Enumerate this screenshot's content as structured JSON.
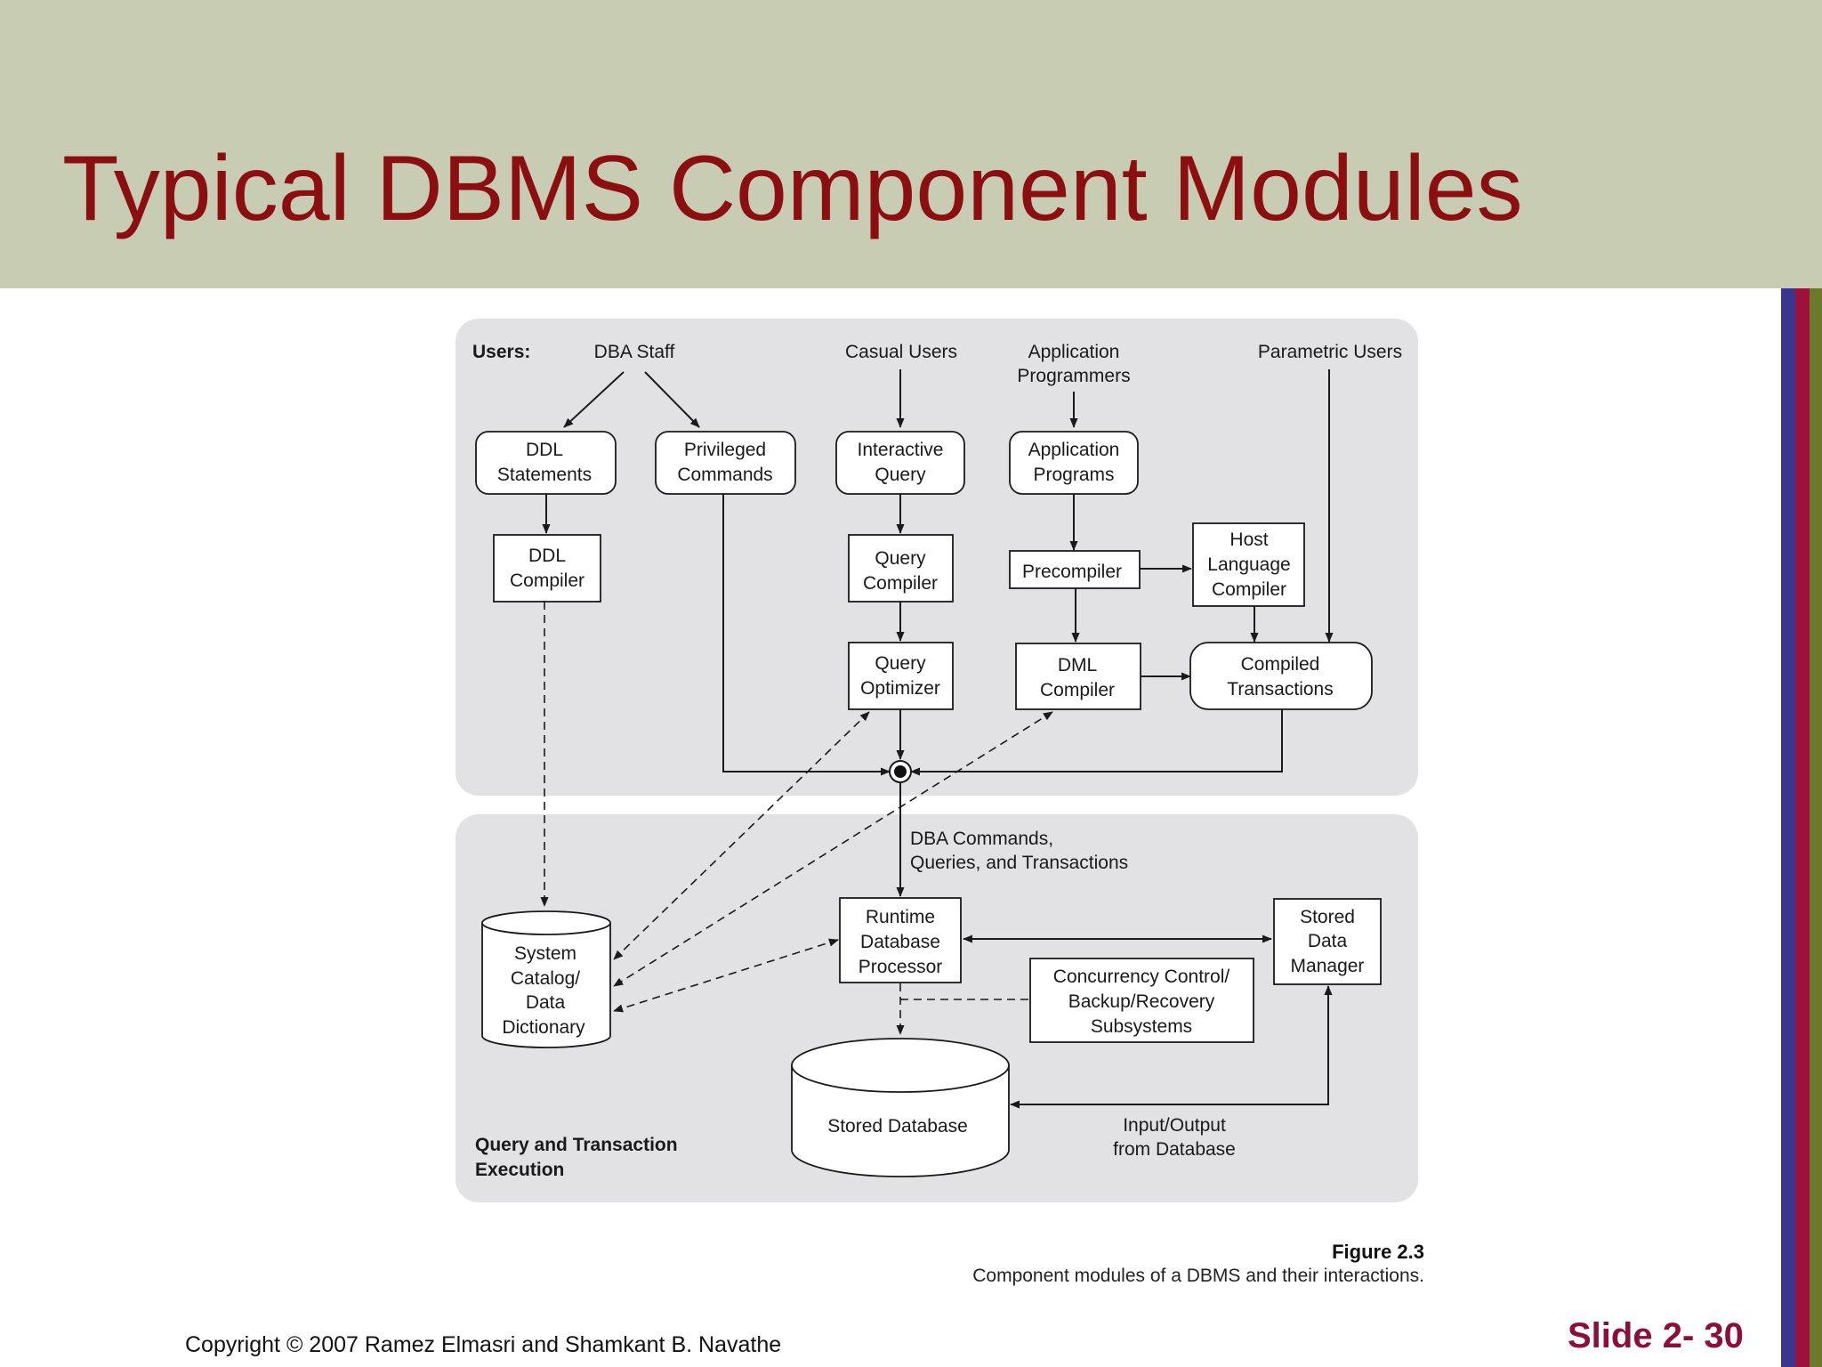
{
  "slide": {
    "title": "Typical DBMS Component Modules",
    "copyright": "Copyright © 2007 Ramez Elmasri and Shamkant B. Navathe",
    "number": "Slide 2- 30"
  },
  "colors": {
    "header_band": "#c8ccb3",
    "title": "#8b0f10",
    "panel": "#e2e2e4",
    "side_bar_blue": "#3a3690",
    "side_bar_red": "#9e1138",
    "side_bar_olive": "#6b7a2a",
    "slide_number": "#8b0f3b"
  },
  "figure": {
    "number": "Figure 2.3",
    "caption": "Component modules of a DBMS and their interactions."
  },
  "diagram": {
    "users_label": "Users:",
    "users": {
      "dba_staff": "DBA Staff",
      "casual_users": "Casual Users",
      "app_programmers": [
        "Application",
        "Programmers"
      ],
      "parametric_users": "Parametric Users"
    },
    "modules": {
      "ddl_statements": [
        "DDL",
        "Statements"
      ],
      "privileged_commands": [
        "Privileged",
        "Commands"
      ],
      "interactive_query": [
        "Interactive",
        "Query"
      ],
      "application_programs": [
        "Application",
        "Programs"
      ],
      "ddl_compiler": [
        "DDL",
        "Compiler"
      ],
      "query_compiler": [
        "Query",
        "Compiler"
      ],
      "precompiler": [
        "Precompiler"
      ],
      "host_language_compiler": [
        "Host",
        "Language",
        "Compiler"
      ],
      "query_optimizer": [
        "Query",
        "Optimizer"
      ],
      "dml_compiler": [
        "DML",
        "Compiler"
      ],
      "compiled_transactions": [
        "Compiled",
        "Transactions"
      ],
      "runtime_db_processor": [
        "Runtime",
        "Database",
        "Processor"
      ],
      "stored_data_manager": [
        "Stored",
        "Data",
        "Manager"
      ],
      "concurrency_control": [
        "Concurrency Control/",
        "Backup/Recovery",
        "Subsystems"
      ],
      "system_catalog": [
        "System",
        "Catalog/",
        "Data",
        "Dictionary"
      ],
      "stored_database": [
        "Stored Database"
      ]
    },
    "labels": {
      "dba_commands": [
        "DBA Commands,",
        "Queries, and Transactions"
      ],
      "io_from_db": [
        "Input/Output",
        "from Database"
      ],
      "query_execution": [
        "Query and Transaction",
        "Execution"
      ]
    }
  }
}
